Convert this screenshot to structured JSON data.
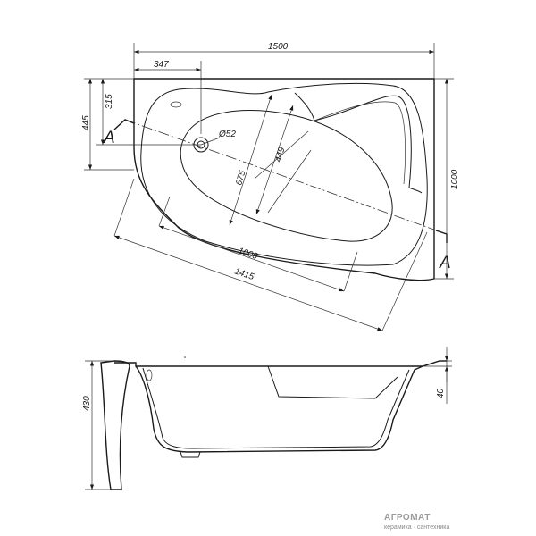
{
  "dimensions": {
    "total_length": "1500",
    "drain_offset": "347",
    "drain_y_offset": "315",
    "total_depth_left": "445",
    "width_inner": "449",
    "inner_length": "675",
    "drain_diameter": "Ø52",
    "length_1000": "1000",
    "length_1415": "1415",
    "right_side": "1000",
    "height": "430",
    "rim": "40"
  },
  "section_labels": {
    "left": "A",
    "right": "A"
  },
  "watermark": {
    "brand": "АГРОМАТ",
    "tagline": "керамика · сантехника"
  }
}
